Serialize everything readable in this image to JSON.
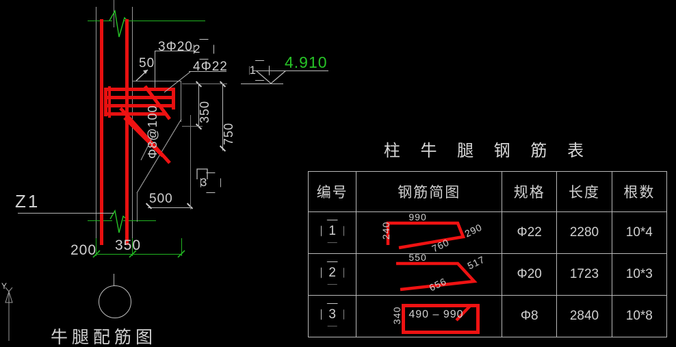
{
  "drawing": {
    "caption": "牛腿配筋图",
    "column_tag": "Z1",
    "elevation": "4.910",
    "labels": {
      "top_bars": "3Φ20",
      "main_bars": "4Φ22",
      "cover": "50",
      "stirrup": "Φ8@100",
      "dim_350_v": "350",
      "dim_750_v": "750",
      "dim_500": "500",
      "dim_200": "200",
      "dim_350_h": "350"
    },
    "callouts": [
      "1",
      "2",
      "3"
    ],
    "axis_label": "Y"
  },
  "table": {
    "title": "柱 牛 腿 钢 筋 表",
    "headers": [
      "编号",
      "钢筋简图",
      "规格",
      "长度",
      "根数"
    ],
    "rows": [
      {
        "no": "1",
        "shape_dims": {
          "a": "240",
          "b": "990",
          "c": "290",
          "d": "760"
        },
        "spec": "Φ22",
        "length": "2280",
        "count": "10*4"
      },
      {
        "no": "2",
        "shape_dims": {
          "a": "550",
          "b": "517",
          "c": "656"
        },
        "spec": "Φ20",
        "length": "1723",
        "count": "10*3"
      },
      {
        "no": "3",
        "shape_dims": {
          "a": "340",
          "b": "490 – 990"
        },
        "spec": "Φ8",
        "length": "2840",
        "count": "10*8"
      }
    ]
  },
  "colors": {
    "rebar": "#ef1212",
    "line": "#c0c0c0",
    "dim": "#21b521",
    "text": "#d0d0d0"
  }
}
